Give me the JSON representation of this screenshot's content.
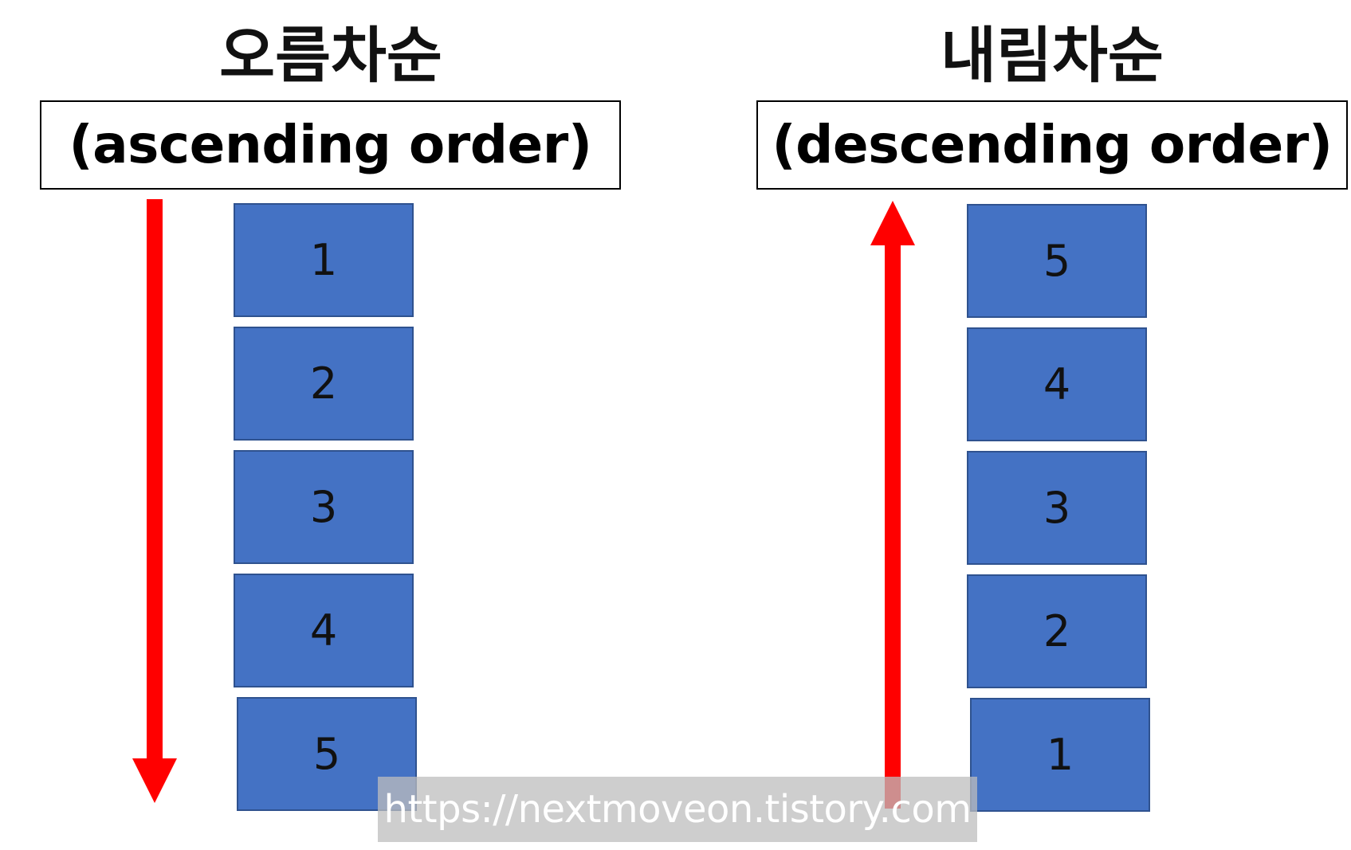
{
  "ascending": {
    "title": "오름차순",
    "subtitle": "(ascending order)",
    "items": [
      "1",
      "2",
      "3",
      "4",
      "5"
    ],
    "arrow_direction": "down"
  },
  "descending": {
    "title": "내림차순",
    "subtitle": "(descending order)",
    "items": [
      "5",
      "4",
      "3",
      "2",
      "1"
    ],
    "arrow_direction": "up"
  },
  "watermark": "https://nextmoveon.tistory.com",
  "colors": {
    "box_fill": "#4472C4",
    "box_border": "#2F528F",
    "arrow": "#FF0000"
  }
}
